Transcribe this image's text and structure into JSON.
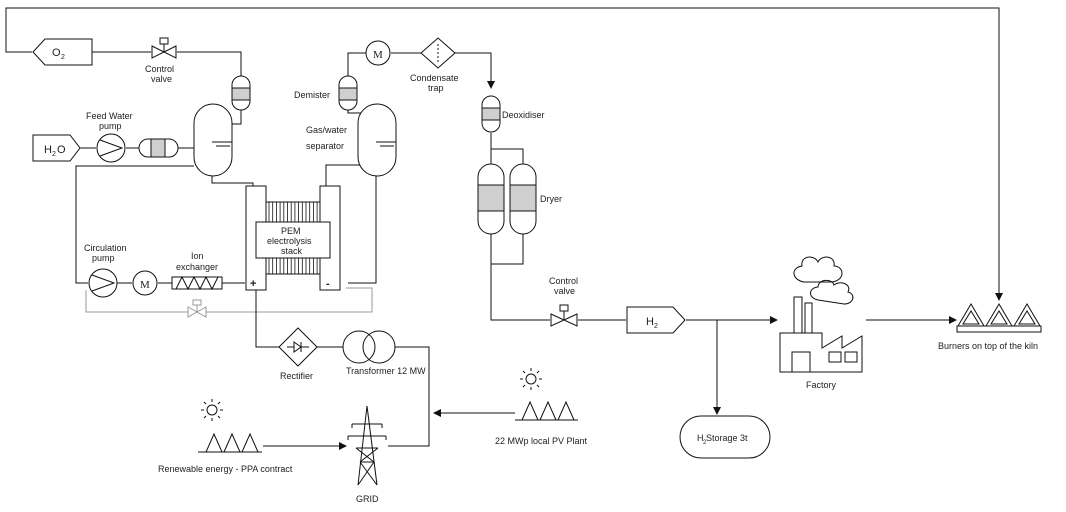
{
  "labels": {
    "o2": "O",
    "o2_sub": "2",
    "control_valve_top_1": "Control",
    "control_valve_top_2": "valve",
    "demister": "Demister",
    "condensate_trap_1": "Condensate",
    "condensate_trap_2": "trap",
    "deoxidiser": "Deoxidiser",
    "feed_water_pump_1": "Feed Water",
    "feed_water_pump_2": "pump",
    "h2o_h": "H",
    "h2o_sub": "2",
    "h2o_o": "O",
    "gas_water_sep_1": "Gas/water",
    "gas_water_sep_2": "separator",
    "dryer": "Dryer",
    "pem_1": "PEM",
    "pem_2": "electrolysis",
    "pem_3": "stack",
    "circulation_pump_1": "Circulation",
    "circulation_pump_2": "pump",
    "ion_exchanger_1": "Ion",
    "ion_exchanger_2": "exchanger",
    "plus": "+",
    "minus": "-",
    "control_valve_h2_1": "Control",
    "control_valve_h2_2": "valve",
    "h2": "H",
    "h2_sub": "2",
    "factory": "Factory",
    "burners": "Burners on top of the kiln",
    "rectifier": "Rectifier",
    "transformer": "Transformer 12 MW",
    "motor_symbol": "M",
    "h2_storage_h": "H",
    "h2_storage_sub": "2",
    "h2_storage_rest": " Storage 3t",
    "pv_plant": "22 MWp local PV Plant",
    "renewable": "Renewable energy - PPA contract",
    "grid": "GRID"
  }
}
